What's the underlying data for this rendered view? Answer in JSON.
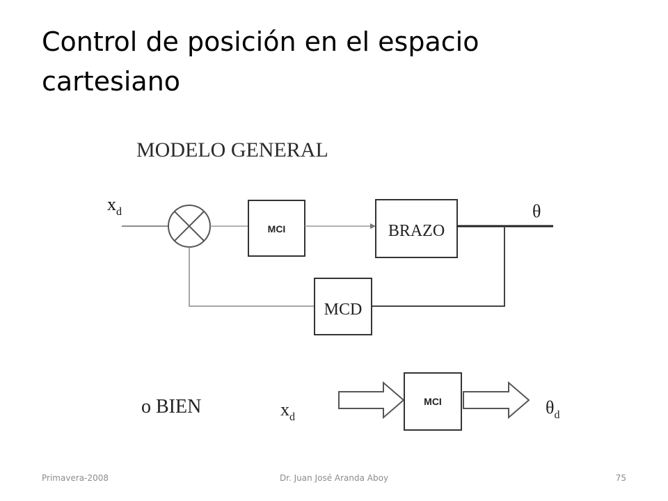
{
  "slide": {
    "title_line1": "Control de posición en el espacio",
    "title_line2": "cartesiano"
  },
  "diagram": {
    "heading": "MODELO GENERAL",
    "input_label": "x",
    "input_subscript": "d",
    "output_label": "θ",
    "block_mci": "MCI",
    "block_brazo": "BRAZO",
    "block_mcd": "MCD",
    "alt_label": "o BIEN",
    "alt_input_label": "x",
    "alt_input_subscript": "d",
    "alt_block_mci": "MCI",
    "alt_output_label": "θ",
    "alt_output_subscript": "d"
  },
  "footer": {
    "left": "Primavera-2008",
    "center": "Dr. Juan José Aranda Aboy",
    "page_number": "75"
  }
}
